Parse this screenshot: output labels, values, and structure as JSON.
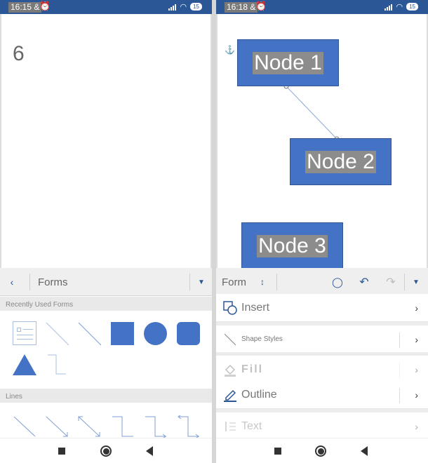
{
  "left_screen": {
    "status": {
      "time": "16:15",
      "time_suffix": "&",
      "alarm": "⏰",
      "battery": "15"
    },
    "slide_number": "6",
    "toolbar": {
      "back_icon": "chevron-left-icon",
      "title": "Forms",
      "dropdown_icon": "caret-down-icon"
    },
    "recent_header": "Recently Used Forms",
    "recent_shapes": [
      "text-box",
      "line",
      "arrow",
      "rectangle",
      "oval",
      "rounded-rectangle",
      "triangle",
      "elbow-connector"
    ],
    "lines_header": "Lines",
    "line_shapes": [
      "line",
      "arrow",
      "double-arrow",
      "elbow-connector",
      "elbow-arrow",
      "elbow-double-arrow"
    ]
  },
  "right_screen": {
    "status": {
      "time": "16:18",
      "time_suffix": "&",
      "alarm": "⏰",
      "battery": "15"
    },
    "nodes": [
      "Node 1",
      "Node 2",
      "Node 3"
    ],
    "toolbar": {
      "title": "Form",
      "updown_icon": "updown-chevron-icon",
      "idea_icon": "lightbulb-icon",
      "undo_icon": "undo-icon",
      "redo_icon": "redo-icon",
      "dropdown_icon": "caret-down-icon"
    },
    "menu": [
      {
        "label": "Insert",
        "icon": "insert-shapes-icon"
      },
      {
        "label": "Shape Styles",
        "icon": "shape-styles-icon"
      },
      {
        "label": "Fill",
        "icon": "fill-bucket-icon"
      },
      {
        "label": "Outline",
        "icon": "outline-pen-icon"
      },
      {
        "label": "Text",
        "icon": "text-options-icon"
      }
    ]
  },
  "colors": {
    "accent": "#2b5797",
    "shape_fill": "#4472c4",
    "node_border": "#2f5597"
  }
}
